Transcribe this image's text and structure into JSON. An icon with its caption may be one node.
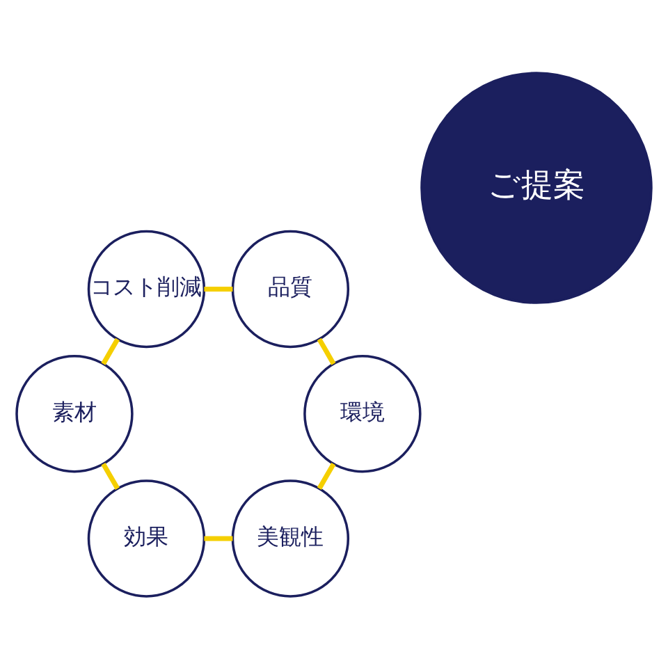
{
  "diagram": {
    "nodes": [
      {
        "text": [
          "ご提案"
        ]
      },
      {
        "text": [
          "美観性"
        ]
      },
      {
        "text": [
          "効果"
        ]
      },
      {
        "text": [
          "素材"
        ]
      },
      {
        "text": [
          "コスト削減"
        ]
      },
      {
        "text": [
          "品質"
        ]
      },
      {
        "text": [
          "環境"
        ]
      }
    ],
    "edges": [
      {
        "from": 1,
        "to": 2,
        "arrow": "none"
      },
      {
        "from": 2,
        "to": 3,
        "arrow": "none"
      },
      {
        "from": 3,
        "to": 4,
        "arrow": "none"
      },
      {
        "from": 4,
        "to": 5,
        "arrow": "none"
      },
      {
        "from": 5,
        "to": 6,
        "arrow": "none"
      },
      {
        "from": 6,
        "to": 1,
        "arrow": "none"
      }
    ]
  }
}
